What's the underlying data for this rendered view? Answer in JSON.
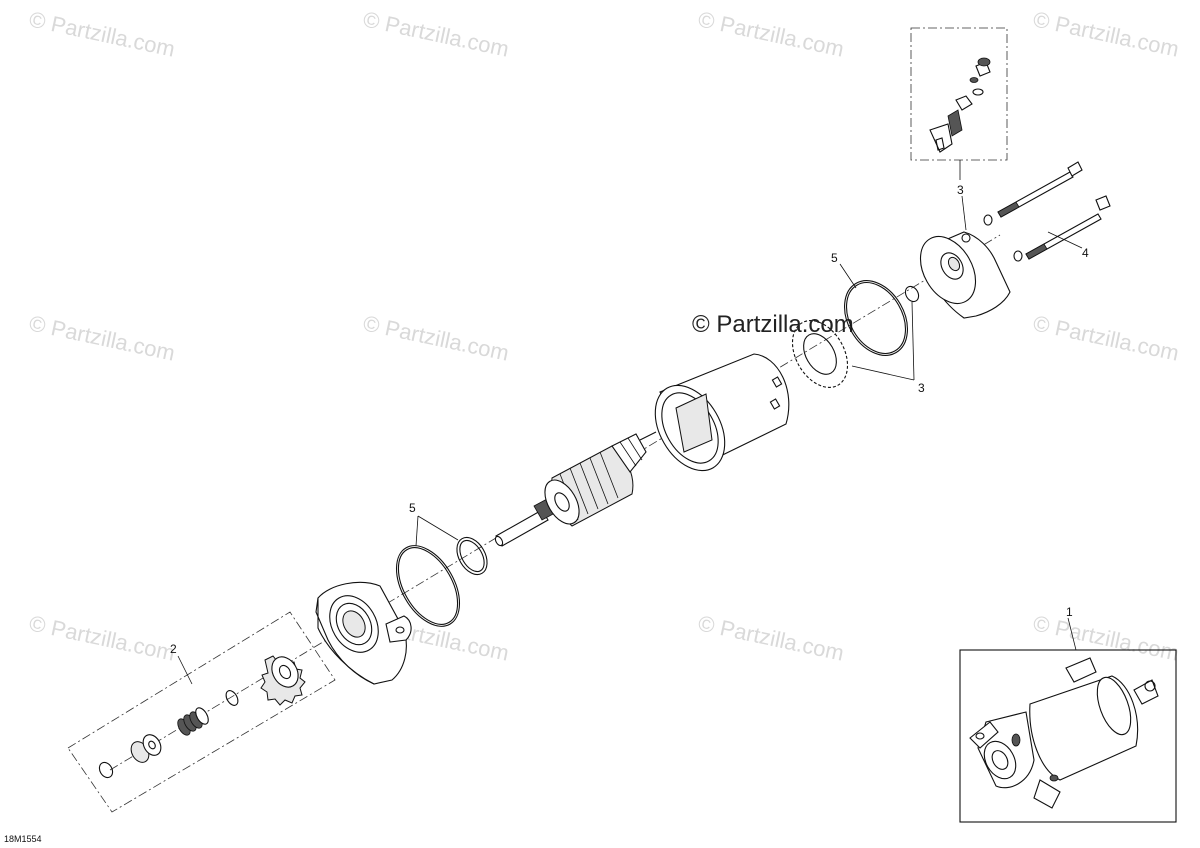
{
  "watermarks": {
    "text": "© Partzilla.com",
    "center_text": "© Partzilla.com"
  },
  "drawing_code": "18M1554",
  "callouts": {
    "c1": "1",
    "c2": "2",
    "c3_top": "3",
    "c3_mid": "3",
    "c4": "4",
    "c5_upper": "5",
    "c5_lower": "5"
  },
  "colors": {
    "line": "#111111",
    "watermark": "#d9d9d9",
    "background": "#ffffff"
  }
}
